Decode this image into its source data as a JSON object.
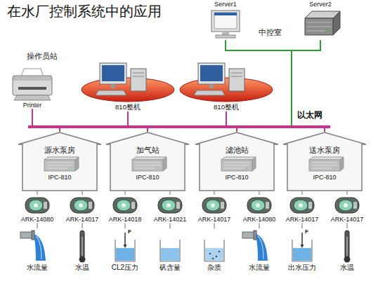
{
  "diagram": {
    "title": "在水厂控制系统中的应用",
    "nodes": [
      {
        "text": [
          "Server1"
        ]
      },
      {
        "text": [
          "Server2"
        ]
      },
      {
        "text": [
          "Printer"
        ]
      },
      {
        "text": [
          "810整机"
        ]
      },
      {
        "text": [
          "810整机"
        ]
      },
      {
        "text": [
          "以太网"
        ]
      },
      {
        "text": [
          "源水泵房"
        ]
      },
      {
        "text": [
          "IPC-810"
        ],
        "in": 6
      },
      {
        "text": [
          "加气站"
        ]
      },
      {
        "text": [
          "IPC-810"
        ],
        "in": 8
      },
      {
        "text": [
          "滤池站"
        ]
      },
      {
        "text": [
          "IPC-810"
        ],
        "in": 10
      },
      {
        "text": [
          "送水泵房"
        ]
      },
      {
        "text": [
          "IPC-810"
        ],
        "in": 12
      },
      {
        "text": [
          "ARK-14080"
        ]
      },
      {
        "text": [
          "ARK-14017"
        ]
      },
      {
        "text": [
          "ARK-14018"
        ]
      },
      {
        "text": [
          "ARK-14021"
        ]
      },
      {
        "text": [
          "ARK-14017"
        ]
      },
      {
        "text": [
          "ARK-14080"
        ]
      },
      {
        "text": [
          "ARK-14017"
        ]
      },
      {
        "text": [
          "ARK-14017"
        ]
      },
      {
        "text": [
          "水流量"
        ]
      },
      {
        "text": [
          "水温"
        ]
      },
      {
        "text": [
          "CL2压力"
        ]
      },
      {
        "text": [
          "矾含量"
        ]
      },
      {
        "text": [
          "杂质"
        ]
      },
      {
        "text": [
          "水流量"
        ]
      },
      {
        "text": [
          "出水压力"
        ]
      },
      {
        "text": [
          "水温"
        ]
      }
    ],
    "edges": [
      {
        "from": 0,
        "to": 5,
        "arrow": "none"
      },
      {
        "from": 1,
        "to": 5,
        "arrow": "none"
      },
      {
        "from": 2,
        "to": 5,
        "arrow": "none"
      },
      {
        "from": 3,
        "to": 5,
        "arrow": "none"
      },
      {
        "from": 4,
        "to": 5,
        "arrow": "none"
      },
      {
        "from": 5,
        "to": 6,
        "arrow": "none"
      },
      {
        "from": 5,
        "to": 8,
        "arrow": "none"
      },
      {
        "from": 5,
        "to": 10,
        "arrow": "none"
      },
      {
        "from": 5,
        "to": 12,
        "arrow": "none"
      },
      {
        "from": 6,
        "to": 14,
        "arrow": "none"
      },
      {
        "from": 6,
        "to": 15,
        "arrow": "none"
      },
      {
        "from": 8,
        "to": 16,
        "arrow": "none"
      },
      {
        "from": 8,
        "to": 17,
        "arrow": "none"
      },
      {
        "from": 10,
        "to": 18,
        "arrow": "none"
      },
      {
        "from": 10,
        "to": 19,
        "arrow": "none"
      },
      {
        "from": 12,
        "to": 20,
        "arrow": "none"
      },
      {
        "from": 12,
        "to": 21,
        "arrow": "none"
      },
      {
        "from": 14,
        "to": 22,
        "arrow": "none"
      },
      {
        "from": 15,
        "to": 23,
        "arrow": "none"
      },
      {
        "from": 16,
        "to": 24,
        "arrow": "none"
      },
      {
        "from": 17,
        "to": 25,
        "arrow": "none"
      },
      {
        "from": 18,
        "to": 26,
        "arrow": "none"
      },
      {
        "from": 19,
        "to": 27,
        "arrow": "none"
      },
      {
        "from": 20,
        "to": 28,
        "arrow": "none"
      },
      {
        "from": 21,
        "to": 29,
        "arrow": "none"
      }
    ],
    "labels": [
      "中控室",
      "操作员站",
      "F",
      "F"
    ]
  }
}
